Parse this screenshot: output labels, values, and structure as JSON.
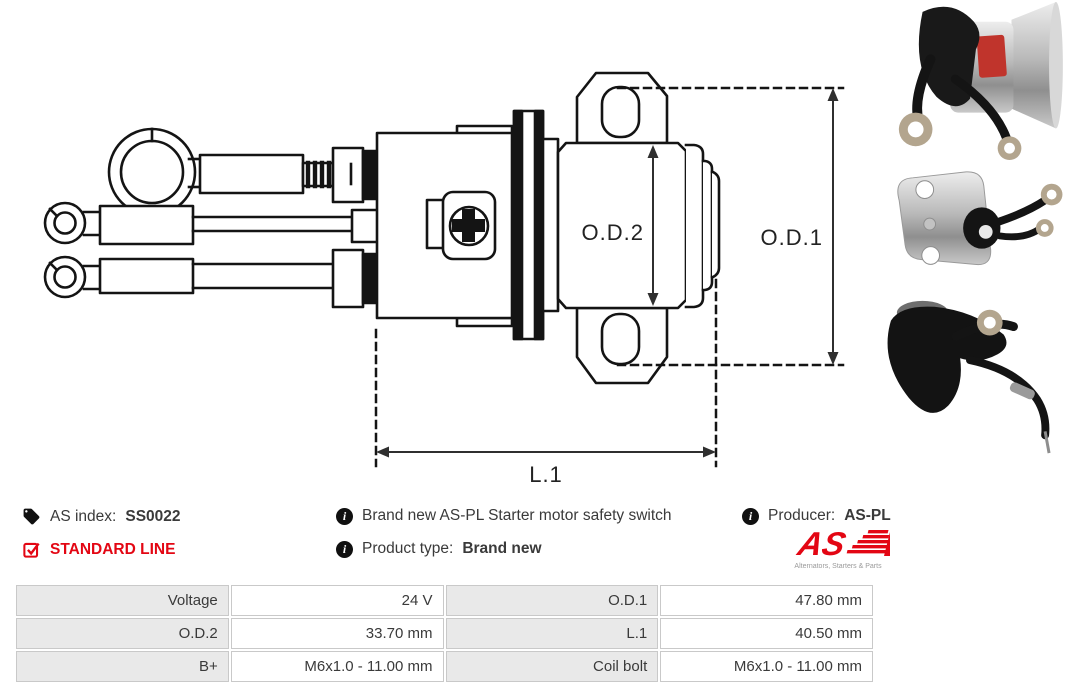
{
  "colors": {
    "accent_red": "#e30613",
    "table_label_bg": "#e9e9e9",
    "table_border": "#c9c9c9",
    "text": "#3a3a3a"
  },
  "icons": {
    "info_glyph": "i"
  },
  "diagram": {
    "od1_label": "O.D.1",
    "od2_label": "O.D.2",
    "l1_label": "L.1"
  },
  "info": {
    "as_index_label": "AS index:",
    "as_index_value": "SS0022",
    "standard_line": "STANDARD LINE",
    "description": "Brand new AS-PL Starter motor safety switch",
    "product_type_label": "Product type:",
    "product_type_value": "Brand new",
    "producer_label": "Producer:",
    "producer_value": "AS-PL"
  },
  "logo": {
    "text": "AS",
    "tagline": "Alternators, Starters & Parts"
  },
  "spec_table": {
    "rows": [
      {
        "c0": {
          "label": "Voltage",
          "value": "24 V"
        },
        "c1": {
          "label": "O.D.1",
          "value": "47.80 mm"
        }
      },
      {
        "c0": {
          "label": "O.D.2",
          "value": "33.70 mm"
        },
        "c1": {
          "label": "L.1",
          "value": "40.50 mm"
        }
      },
      {
        "c0": {
          "label": "B+",
          "value": "M6x1.0 - 11.00 mm"
        },
        "c1": {
          "label": "Coil bolt",
          "value": "M6x1.0 - 11.00 mm"
        }
      }
    ]
  }
}
